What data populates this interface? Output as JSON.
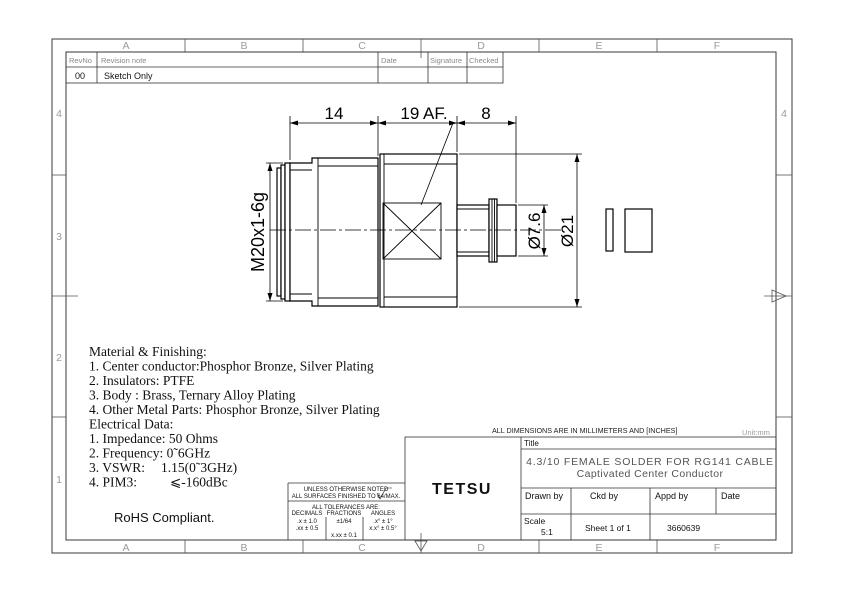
{
  "grid": {
    "columns": [
      "A",
      "B",
      "C",
      "D",
      "E",
      "F"
    ],
    "rows": [
      "4",
      "3",
      "2",
      "1"
    ],
    "right_rows": [
      "4"
    ]
  },
  "revision_table": {
    "headers": {
      "rev_no": "RevNo",
      "note": "Revision note",
      "date": "Date",
      "signature": "Signature",
      "checked": "Checked"
    },
    "rows": [
      {
        "rev_no": "00",
        "note": "Sketch Only"
      }
    ]
  },
  "dimensions": {
    "body_length": "14",
    "across_flats": "19 AF.",
    "cup_length": "8",
    "thread": "M20x1-6g",
    "cup_diameter": "Ø7.6",
    "hex_diameter": "Ø21"
  },
  "notes": {
    "material_heading": "Material & Finishing:",
    "material_items": [
      "1. Center conductor:Phosphor Bronze, Silver Plating",
      "2. Insulators: PTFE",
      "3. Body : Brass, Ternary Alloy Plating",
      "4. Other Metal Parts: Phosphor Bronze, Silver Plating"
    ],
    "electrical_heading": "Electrical Data:",
    "electrical_items": [
      "1. Impedance: 50 Ohms",
      "2. Frequency: 0˜6GHz"
    ],
    "vswr": {
      "label": "3. VSWR:",
      "value": "1.15(0˜3GHz)"
    },
    "pim3": {
      "label": "4. PIM3:",
      "value": "⩽-160dBc"
    }
  },
  "rohs": "RoHS Compliant.",
  "dimension_note": "ALL DIMENSIONS ARE IN MILLIMETERS AND [INCHES]",
  "unit": "Unit:mm",
  "tolerances": {
    "line1": "UNLESS OTHERWISE NOTED",
    "line2": "ALL SURFACES FINISHED TO 64/MAX.",
    "heading": "ALL TOLERANCES ARE:",
    "columns": [
      "DECIMALS",
      "FRACTIONS",
      "ANGLES"
    ],
    "decimals": [
      ".x ± 1.0",
      ".xx ± 0.5"
    ],
    "fractions": [
      "±1/64",
      "x.xx ± 0.1"
    ],
    "angles": [
      ".x° ± 1°",
      "x.x° ± 0.5°"
    ]
  },
  "title_block": {
    "logo": "TETSU",
    "title_label": "Title",
    "title_lines": [
      "4.3/10 FEMALE SOLDER FOR RG141 CABLE",
      "Captivated Center Conductor"
    ],
    "drawn_by_label": "Drawn by",
    "ckd_by_label": "Ckd by",
    "appd_by_label": "Appd by",
    "date_label": "Date",
    "scale_label": "Scale",
    "scale_value": "5:1",
    "sheet": "Sheet 1 of 1",
    "drawing_number": "3660639"
  }
}
